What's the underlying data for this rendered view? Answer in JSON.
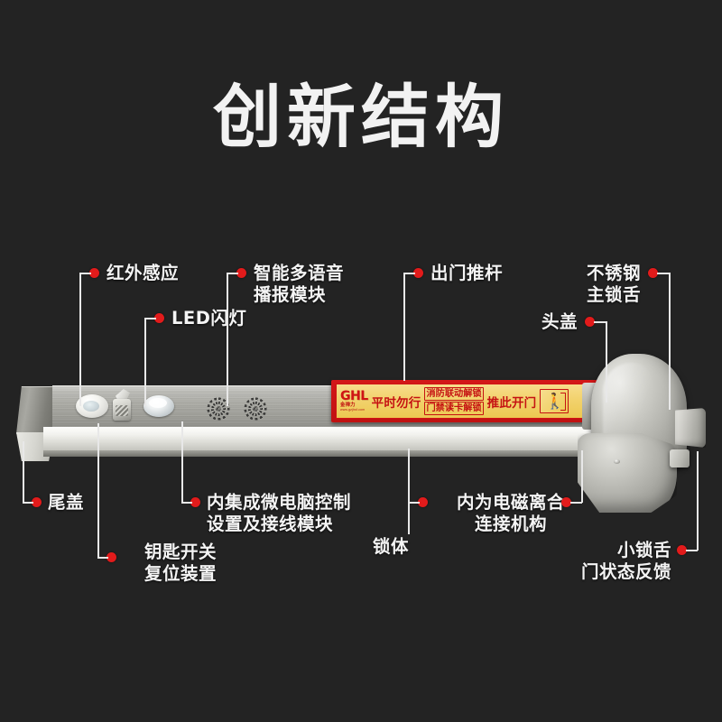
{
  "page": {
    "title": "创新结构",
    "background_color": "#232323",
    "accent_color": "#e21b1b",
    "label_color": "#f4f4f4"
  },
  "callouts": [
    {
      "id": "infrared-sensor",
      "text": "红外感应"
    },
    {
      "id": "led-flash",
      "text": "LED闪灯"
    },
    {
      "id": "voice-module-l1",
      "text": "智能多语音"
    },
    {
      "id": "voice-module-l2",
      "text": "播报模块"
    },
    {
      "id": "exit-push-bar",
      "text": "出门推杆"
    },
    {
      "id": "head-cover",
      "text": "头盖"
    },
    {
      "id": "main-bolt-l1",
      "text": "不锈钢"
    },
    {
      "id": "main-bolt-l2",
      "text": "主锁舌"
    },
    {
      "id": "tail-cover",
      "text": "尾盖"
    },
    {
      "id": "micro-control-l1",
      "text": "内集成微电脑控制"
    },
    {
      "id": "micro-control-l2",
      "text": "设置及接线模块"
    },
    {
      "id": "key-switch-l1",
      "text": "钥匙开关"
    },
    {
      "id": "key-switch-l2",
      "text": "复位装置"
    },
    {
      "id": "lock-body",
      "text": "锁体"
    },
    {
      "id": "clutch-l1",
      "text": "内为电磁离合"
    },
    {
      "id": "clutch-l2",
      "text": "连接机构"
    },
    {
      "id": "small-bolt-l1",
      "text": "小锁舌"
    },
    {
      "id": "small-bolt-l2",
      "text": "门状态反馈"
    }
  ],
  "warning_plate": {
    "brand": "GHL",
    "brand_sub": "金禅力",
    "brand_url": "www.gzjhsf.com",
    "main_text": "平时勿行",
    "boxed_line1": "消防联动解锁",
    "boxed_line2": "门禁读卡解锁",
    "push_text": "推此开门",
    "exit_icon": "running-man-exit-icon",
    "plate_border_color": "#c51212",
    "plate_face_color": "#f2d26d"
  }
}
